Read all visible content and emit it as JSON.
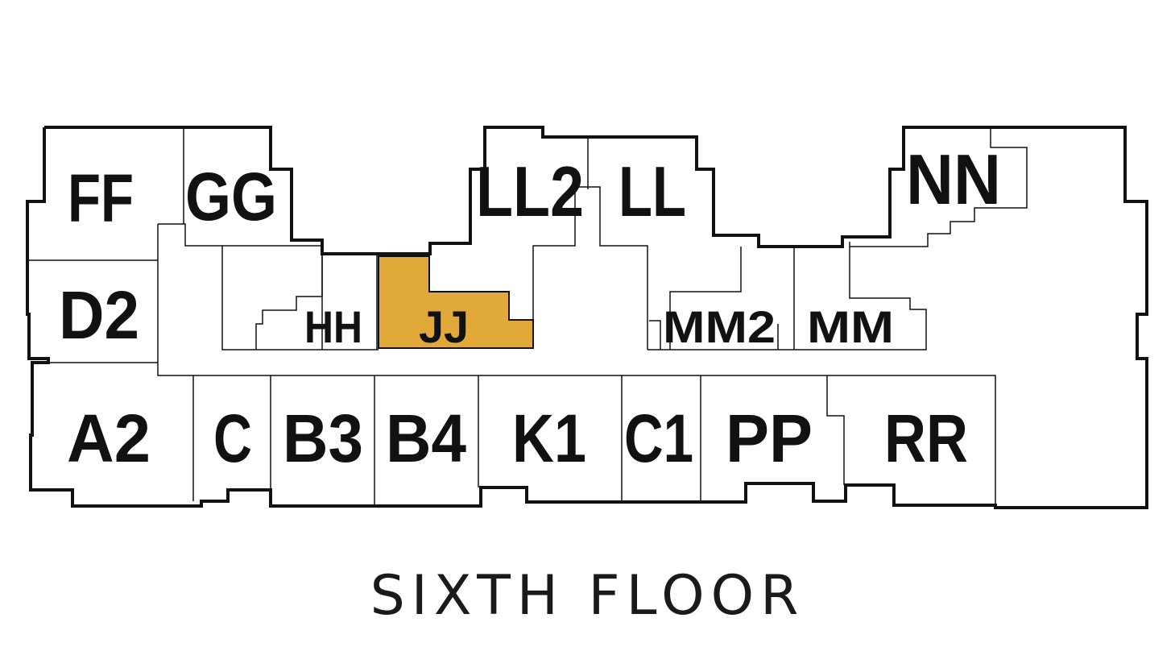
{
  "floor_title": "SIXTH FLOOR",
  "highlighted_unit": "JJ",
  "colors": {
    "highlight": "#E0A93A",
    "outline": "#111111",
    "background": "#FFFFFF"
  },
  "units": {
    "ff": "FF",
    "gg": "GG",
    "ll2": "LL2",
    "ll": "LL",
    "nn": "NN",
    "d2": "D2",
    "hh": "HH",
    "jj": "JJ",
    "mm2": "MM2",
    "mm": "MM",
    "a2": "A2",
    "c": "C",
    "b3": "B3",
    "b4": "B4",
    "k1": "K1",
    "c1": "C1",
    "pp": "PP",
    "rr": "RR"
  }
}
